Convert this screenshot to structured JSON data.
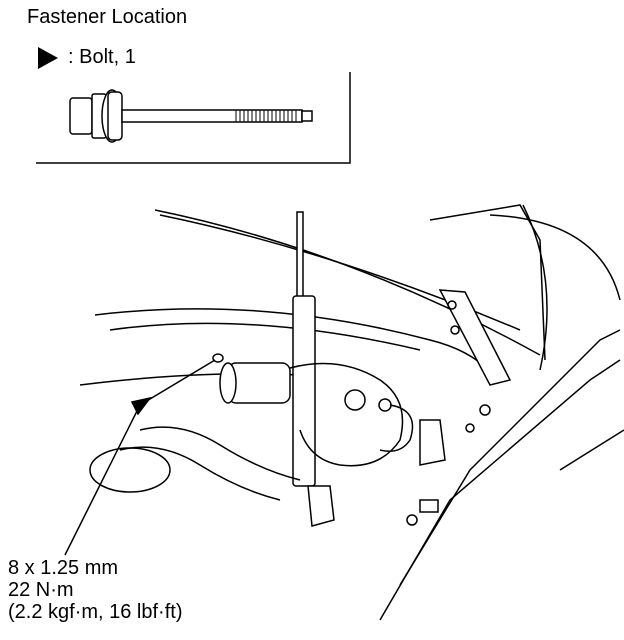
{
  "header": {
    "title": "Fastener Location"
  },
  "legend": {
    "marker": "triangle-marker-icon",
    "text": ": Bolt, 1"
  },
  "spec": {
    "size": "8 x 1.25 mm",
    "torque_nm": "22 N·m",
    "torque_alt": "(2.2 kgf·m, 16 lbf·ft)"
  }
}
